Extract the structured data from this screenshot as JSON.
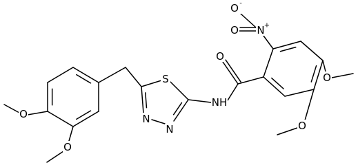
{
  "molecule": {
    "colors": {
      "bond": "#000000",
      "label": "#000000",
      "background": "#ffffff"
    },
    "atom_labels": {
      "ome1_o": "O",
      "ome2_o": "O",
      "s": "S",
      "n3": "N",
      "n4": "N",
      "nh": "NH",
      "amide_o": "O",
      "nitro_n": "N",
      "nitro_n_charge": "+",
      "nitro_o1": "O",
      "nitro_o1_charge": "-",
      "nitro_o2": "O",
      "ome3_o": "O",
      "ome4_o": "O"
    }
  }
}
